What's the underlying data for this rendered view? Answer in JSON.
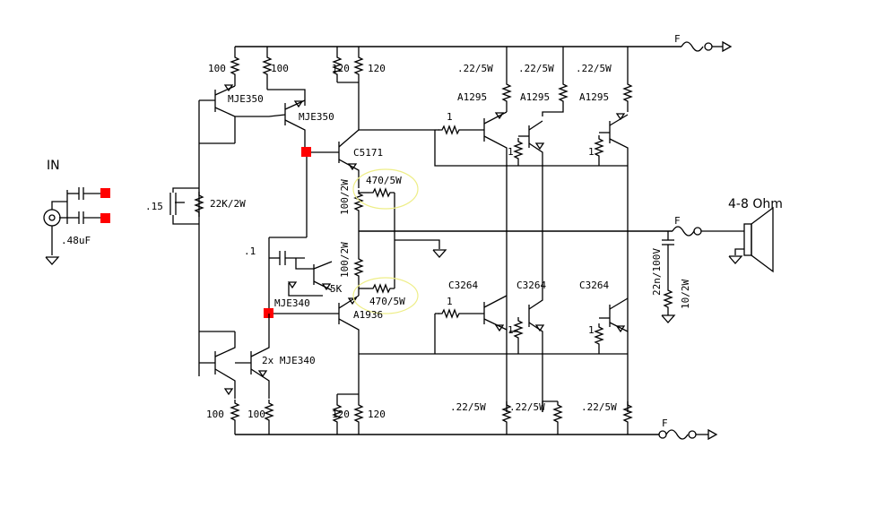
{
  "labels": {
    "in": "IN",
    "cap_in": ".48uF",
    "cap_15": ".15",
    "r_22k": "22K/2W",
    "r_100_a": "100",
    "r_100_b": "100",
    "r_120_a": "120",
    "r_120_b": "120",
    "q_mje350_a": "MJE350",
    "q_mje350_b": "MJE350",
    "q_c5171": "C5171",
    "r_100_2w_top": "100/2W",
    "r_470_top": "470/5W",
    "r_1_top": "1",
    "r_022_a": ".22/5W",
    "r_022_b": ".22/5W",
    "r_022_c": ".22/5W",
    "q_a1295_a": "A1295",
    "q_a1295_b": "A1295",
    "q_a1295_c": "A1295",
    "r_1_tb": "1",
    "r_1_tc": "1",
    "fuse_top": "F",
    "speaker": "4-8 Ohm",
    "fuse_out": "F",
    "cap_zobel": "22n/100V",
    "r_zobel": "10/2W",
    "cap_01": ".1",
    "r_100_2w_bot": "100/2W",
    "r_5k": "5K",
    "q_mje340": "MJE340",
    "q_a1936": "A1936",
    "r_470_bot": "470/5W",
    "q_c3264_a": "C3264",
    "q_c3264_b": "C3264",
    "q_c3264_c": "C3264",
    "r_1_bot": "1",
    "r_1_ba": "1",
    "r_1_bb": "1",
    "q_2x_mje340": "2x MJE340",
    "r_100_c": "100",
    "r_100_d": "100",
    "r_120_c": "120",
    "r_120_d": "120",
    "r_022_d": ".22/5W",
    "r_022_e": ".22/5W",
    "r_022_f": ".22/5W",
    "fuse_bot": "F"
  },
  "colors": {
    "wire": "#000000",
    "marker": "#ff0000",
    "highlight": "#eeee88"
  }
}
